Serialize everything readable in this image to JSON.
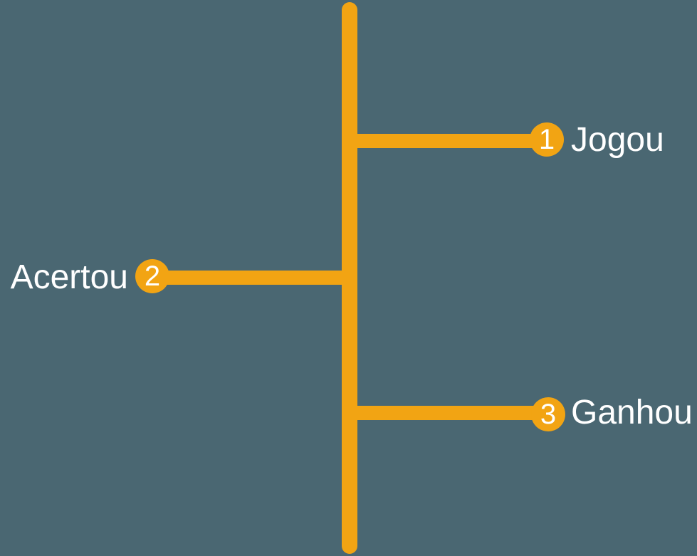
{
  "theme": {
    "background_color": "#4A6772",
    "accent_color": "#F2A413",
    "text_color": "#FFFFFF"
  },
  "diagram": {
    "type": "vertical-timeline",
    "axis": "central vertical orange line with rounded ends",
    "steps": [
      {
        "number": "1",
        "label": "Jogou",
        "side": "right"
      },
      {
        "number": "2",
        "label": "Acertou",
        "side": "left"
      },
      {
        "number": "3",
        "label": "Ganhou",
        "side": "right"
      }
    ]
  }
}
